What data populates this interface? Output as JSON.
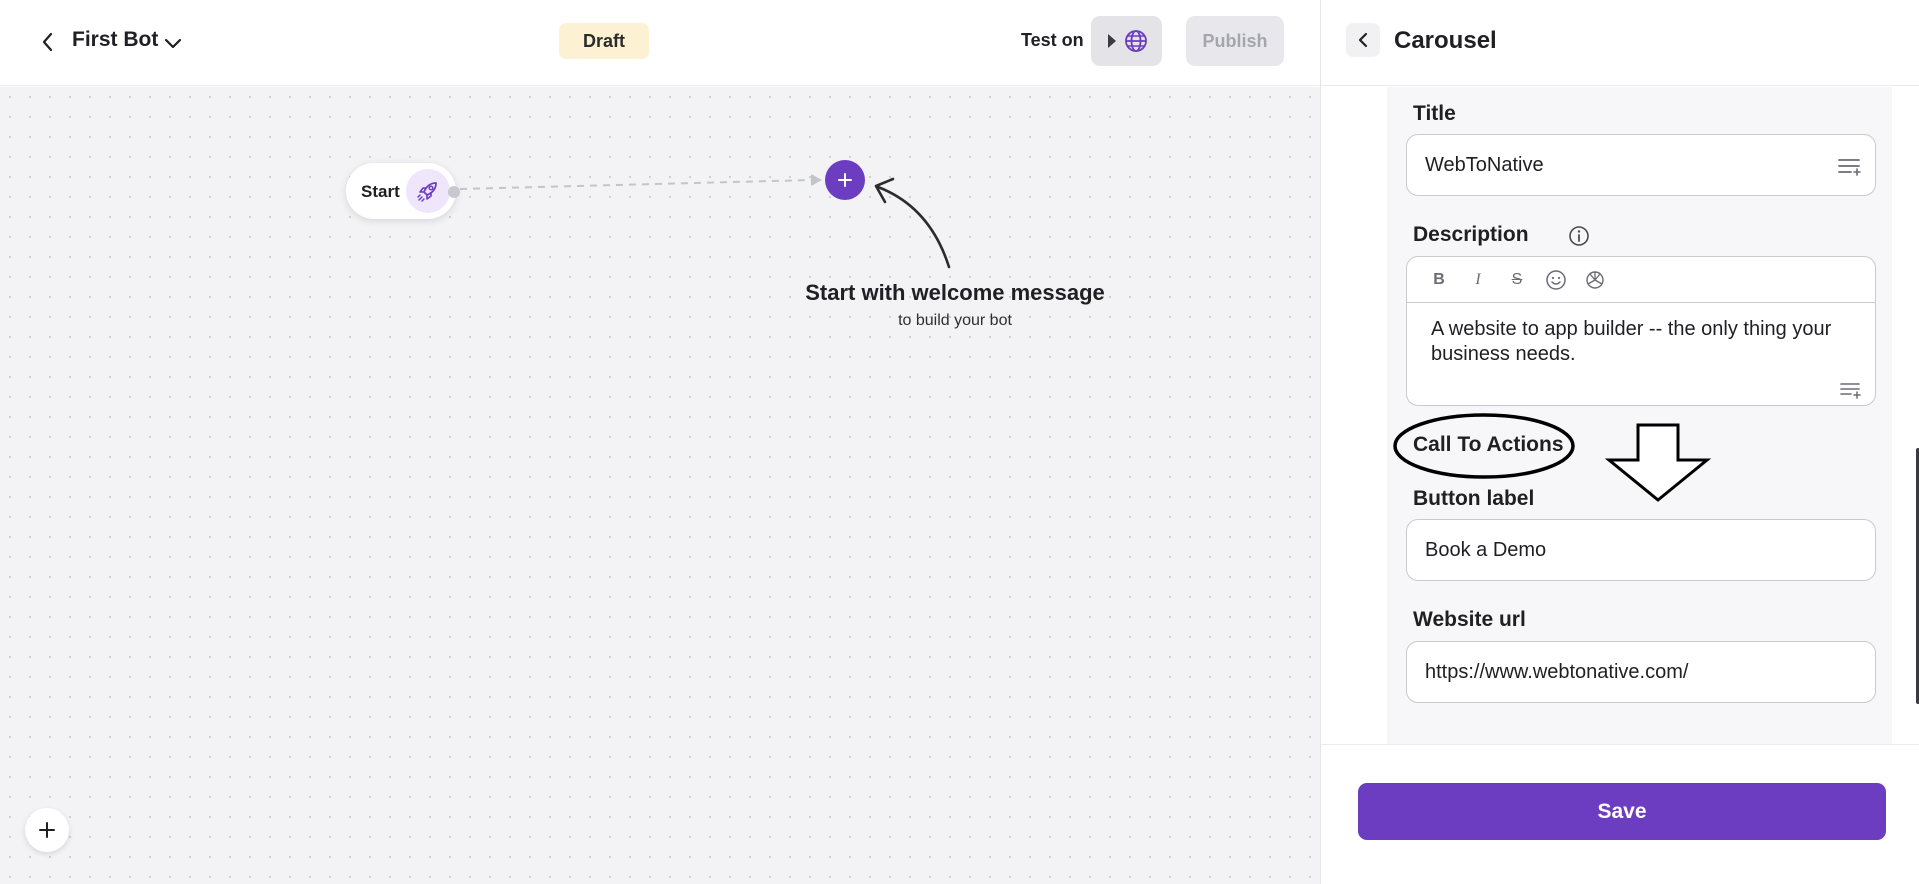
{
  "topbar": {
    "bot_name": "First Bot",
    "status_badge": "Draft",
    "test_on_label": "Test on",
    "publish_label": "Publish"
  },
  "canvas": {
    "start_node_label": "Start",
    "hint_title": "Start with welcome message",
    "hint_subtitle": "to build your bot"
  },
  "panel": {
    "title": "Carousel",
    "fields": {
      "title_label": "Title",
      "title_value": "WebToNative",
      "description_label": "Description",
      "description_value": "A website to app builder -- the only thing your business needs.",
      "toolbar": {
        "bold": "B",
        "italic": "I",
        "strikethrough": "S"
      },
      "cta_heading": "Call To Actions",
      "button_label_label": "Button label",
      "button_label_value": "Book a Demo",
      "website_url_label": "Website url",
      "website_url_value": "https://www.webtonative.com/"
    },
    "save_label": "Save"
  },
  "colors": {
    "accent": "#6c3cc1",
    "draft_badge_bg": "#fdf1d3",
    "canvas_bg": "#f3f3f6"
  },
  "icons": [
    "chevron-left-icon",
    "chevron-down-icon",
    "play-icon",
    "globe-icon",
    "rocket-icon",
    "plus-icon",
    "lines-icon",
    "info-icon",
    "emoji-icon",
    "openai-icon",
    "down-arrow-annotation"
  ]
}
